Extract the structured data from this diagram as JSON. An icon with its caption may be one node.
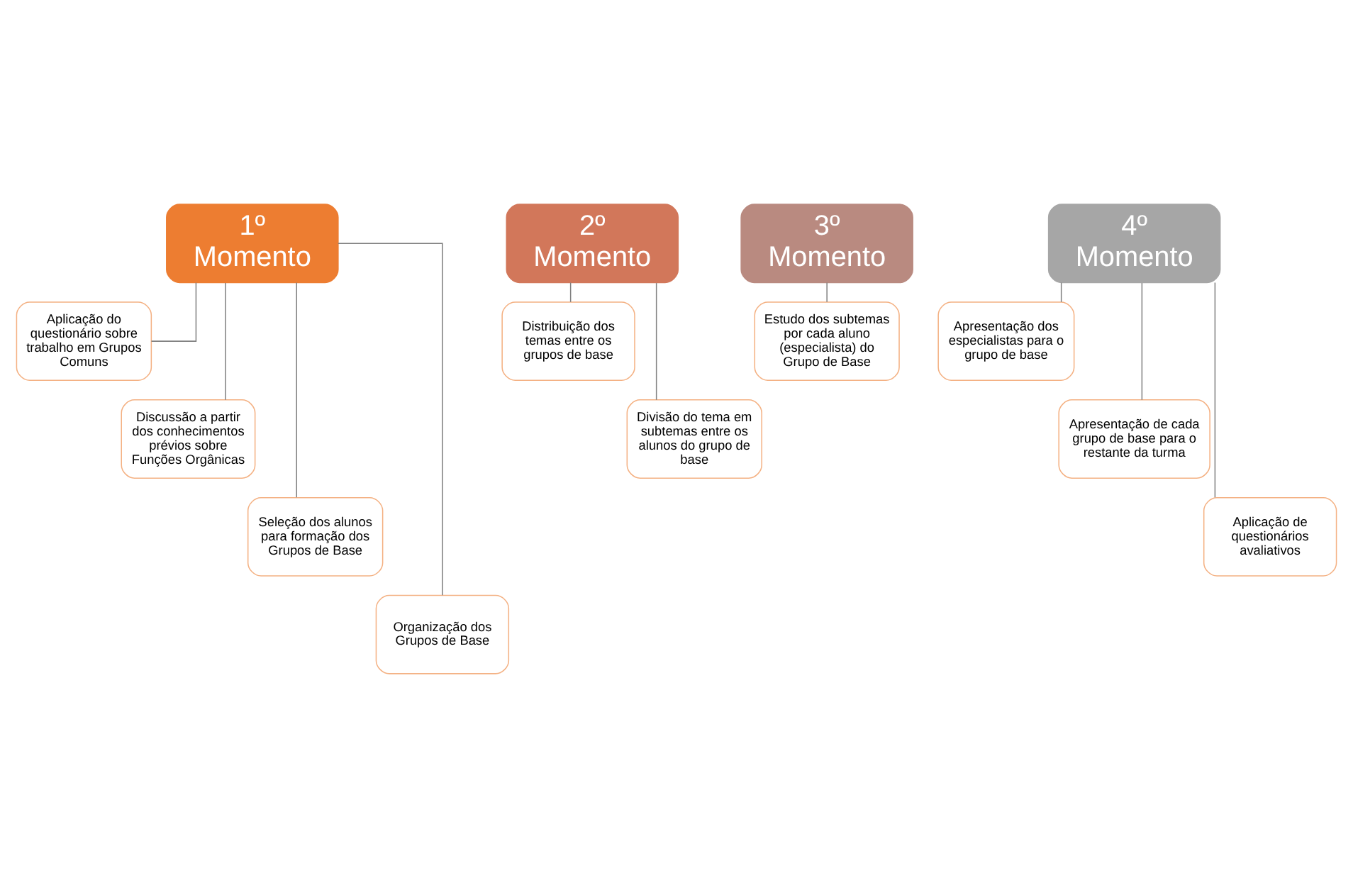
{
  "diagram": {
    "nodes": [
      {
        "text": [
          "1º Momento"
        ]
      },
      {
        "text": [
          "Aplicação do questionário sobre trabalho em Grupos Comuns"
        ]
      },
      {
        "text": [
          "Discussão a partir dos conhecimentos prévios sobre Funções Orgânicas"
        ]
      },
      {
        "text": [
          "Seleção dos alunos para formação dos Grupos de Base"
        ]
      },
      {
        "text": [
          "Organização dos Grupos de Base"
        ]
      },
      {
        "text": [
          "2º Momento"
        ]
      },
      {
        "text": [
          "Distribuição dos temas entre os grupos de base"
        ]
      },
      {
        "text": [
          "Divisão do tema em subtemas entre os alunos do grupo de base"
        ]
      },
      {
        "text": [
          "3º Momento"
        ]
      },
      {
        "text": [
          "Estudo dos subtemas por cada aluno (especialista) do Grupo de Base"
        ]
      },
      {
        "text": [
          "4º Momento"
        ]
      },
      {
        "text": [
          "Apresentação dos especialistas para o grupo de base"
        ]
      },
      {
        "text": [
          "Apresentação de cada grupo de base para o restante da turma"
        ]
      },
      {
        "text": [
          "Aplicação de questionários avaliativos"
        ]
      }
    ],
    "edges": [
      {
        "from": 0,
        "to": 1,
        "arrow": "none"
      },
      {
        "from": 0,
        "to": 2,
        "arrow": "none"
      },
      {
        "from": 0,
        "to": 3,
        "arrow": "none"
      },
      {
        "from": 0,
        "to": 4,
        "arrow": "none"
      },
      {
        "from": 5,
        "to": 6,
        "arrow": "none"
      },
      {
        "from": 5,
        "to": 7,
        "arrow": "none"
      },
      {
        "from": 8,
        "to": 9,
        "arrow": "none"
      },
      {
        "from": 10,
        "to": 11,
        "arrow": "none"
      },
      {
        "from": 10,
        "to": 12,
        "arrow": "none"
      },
      {
        "from": 10,
        "to": 13,
        "arrow": "none"
      }
    ]
  }
}
